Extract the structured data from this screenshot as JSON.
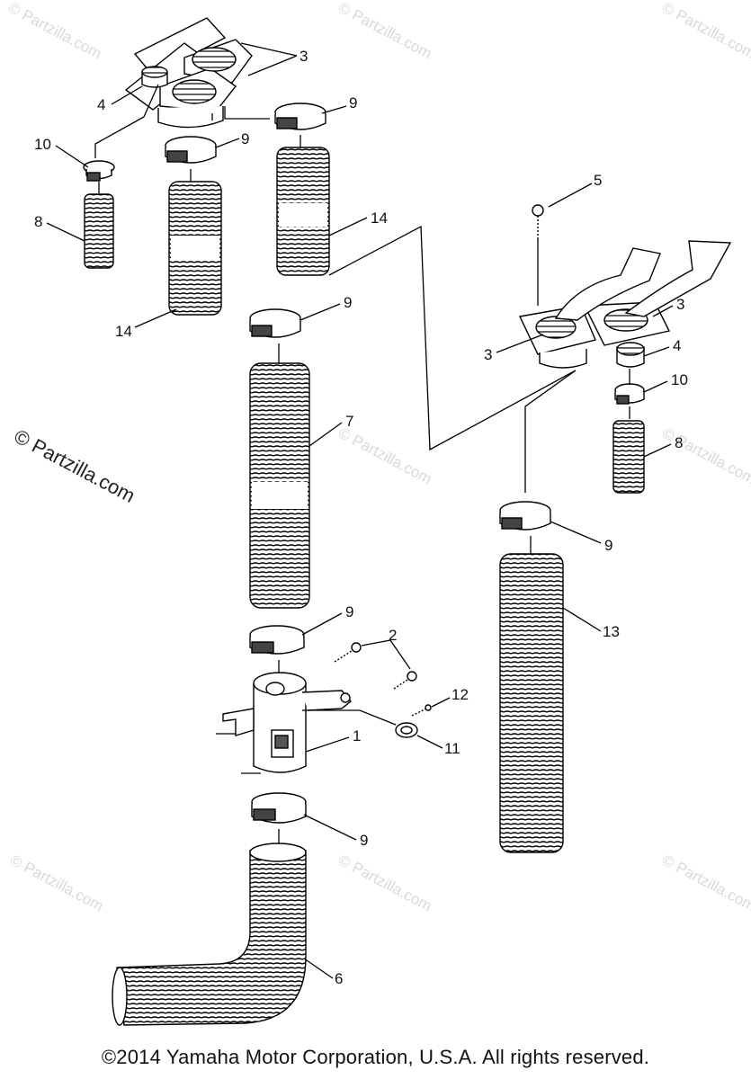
{
  "watermark": {
    "text": "© Partzilla.com",
    "color": "#d9d9d9",
    "prominent_color": "#222222"
  },
  "copyright": "©2014 Yamaha Motor Corporation, U.S.A. All rights reserved.",
  "callouts": [
    {
      "id": "3a",
      "text": "3"
    },
    {
      "id": "4a",
      "text": "4"
    },
    {
      "id": "9a",
      "text": "9"
    },
    {
      "id": "10a",
      "text": "10"
    },
    {
      "id": "9b",
      "text": "9"
    },
    {
      "id": "8a",
      "text": "8"
    },
    {
      "id": "14a",
      "text": "14"
    },
    {
      "id": "14b",
      "text": "14"
    },
    {
      "id": "9c",
      "text": "9"
    },
    {
      "id": "5",
      "text": "5"
    },
    {
      "id": "3b",
      "text": "3"
    },
    {
      "id": "3c",
      "text": "3"
    },
    {
      "id": "4b",
      "text": "4"
    },
    {
      "id": "10b",
      "text": "10"
    },
    {
      "id": "8b",
      "text": "8"
    },
    {
      "id": "7",
      "text": "7"
    },
    {
      "id": "9d",
      "text": "9"
    },
    {
      "id": "13",
      "text": "13"
    },
    {
      "id": "9e",
      "text": "9"
    },
    {
      "id": "2",
      "text": "2"
    },
    {
      "id": "12",
      "text": "12"
    },
    {
      "id": "1",
      "text": "1"
    },
    {
      "id": "11",
      "text": "11"
    },
    {
      "id": "9f",
      "text": "9"
    },
    {
      "id": "6",
      "text": "6"
    }
  ]
}
